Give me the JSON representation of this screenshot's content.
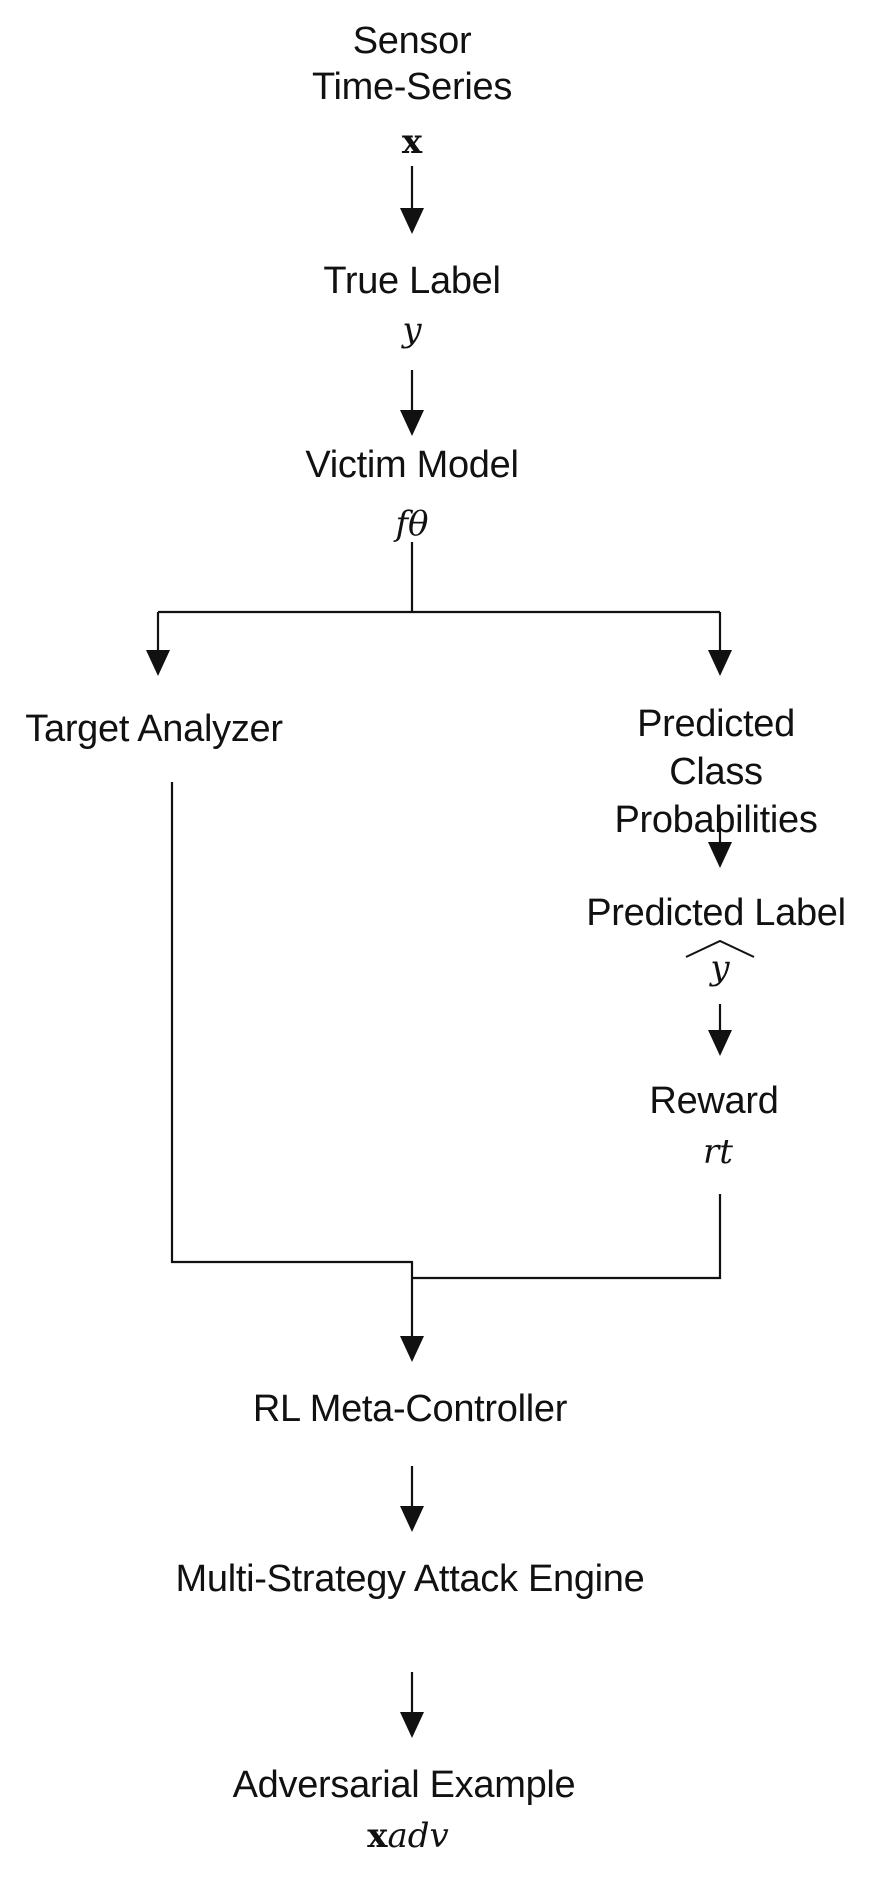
{
  "nodes": {
    "sensor": {
      "label": "Sensor\nTime-Series",
      "symbol": "x"
    },
    "true_label": {
      "label": "True Label",
      "symbol": "y"
    },
    "victim": {
      "label": "Victim Model",
      "symbol": "fθ"
    },
    "target_analyzer": {
      "label": "Target Analyzer"
    },
    "pred_probs": {
      "label": "Predicted Class\nProbabilities"
    },
    "pred_label": {
      "label": "Predicted Label",
      "symbol": "y"
    },
    "reward": {
      "label": "Reward",
      "symbol": "rt"
    },
    "rl_meta": {
      "label": "RL Meta-Controller"
    },
    "attack_engine": {
      "label": "Multi-Strategy Attack Engine"
    },
    "adversarial": {
      "label": "Adversarial Example",
      "symbol_bold": "x",
      "symbol_sub": "adv"
    }
  },
  "edges": [
    {
      "from": "sensor",
      "to": "true_label"
    },
    {
      "from": "true_label",
      "to": "victim"
    },
    {
      "from": "victim",
      "to": "target_analyzer"
    },
    {
      "from": "victim",
      "to": "pred_probs"
    },
    {
      "from": "pred_probs",
      "to": "pred_label"
    },
    {
      "from": "pred_label",
      "to": "reward"
    },
    {
      "from": "target_analyzer",
      "to": "rl_meta"
    },
    {
      "from": "reward",
      "to": "rl_meta"
    },
    {
      "from": "rl_meta",
      "to": "attack_engine"
    },
    {
      "from": "attack_engine",
      "to": "adversarial"
    }
  ],
  "colors": {
    "line": "#111111",
    "text": "#111111",
    "background": "#ffffff"
  }
}
